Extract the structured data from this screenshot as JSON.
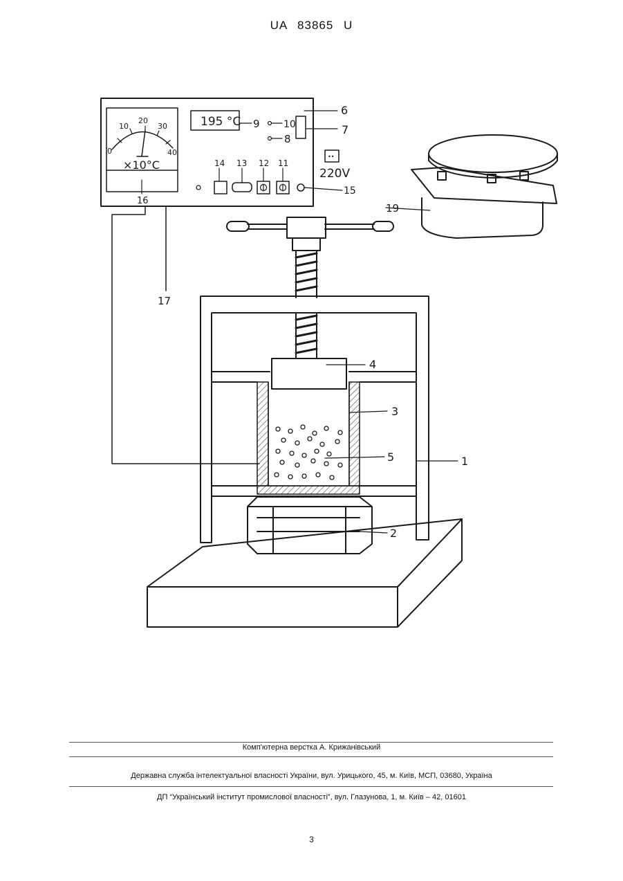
{
  "header": {
    "patent_number": "UA 83865 U"
  },
  "drawing": {
    "display": {
      "temperature": "195 °C"
    },
    "gauge": {
      "ticks": [
        "0",
        "10",
        "20",
        "30",
        "40"
      ],
      "multiplier": "×10°C"
    },
    "voltage": "220V",
    "outlet_symbol": "••",
    "labels": [
      "1",
      "2",
      "3",
      "4",
      "5",
      "6",
      "7",
      "8",
      "9",
      "10",
      "11",
      "12",
      "13",
      "14",
      "15",
      "16",
      "17",
      "19"
    ]
  },
  "footer": {
    "layout_credit": "Комп'ютерна верстка А. Крижанівський",
    "agency": "Державна служба інтелектуальної власності України, вул. Урицького, 45, м. Київ, МСП, 03680, Україна",
    "institute": "ДП “Український інститут промислової власності”, вул. Глазунова, 1, м. Київ – 42, 01601",
    "page_number": "3"
  }
}
